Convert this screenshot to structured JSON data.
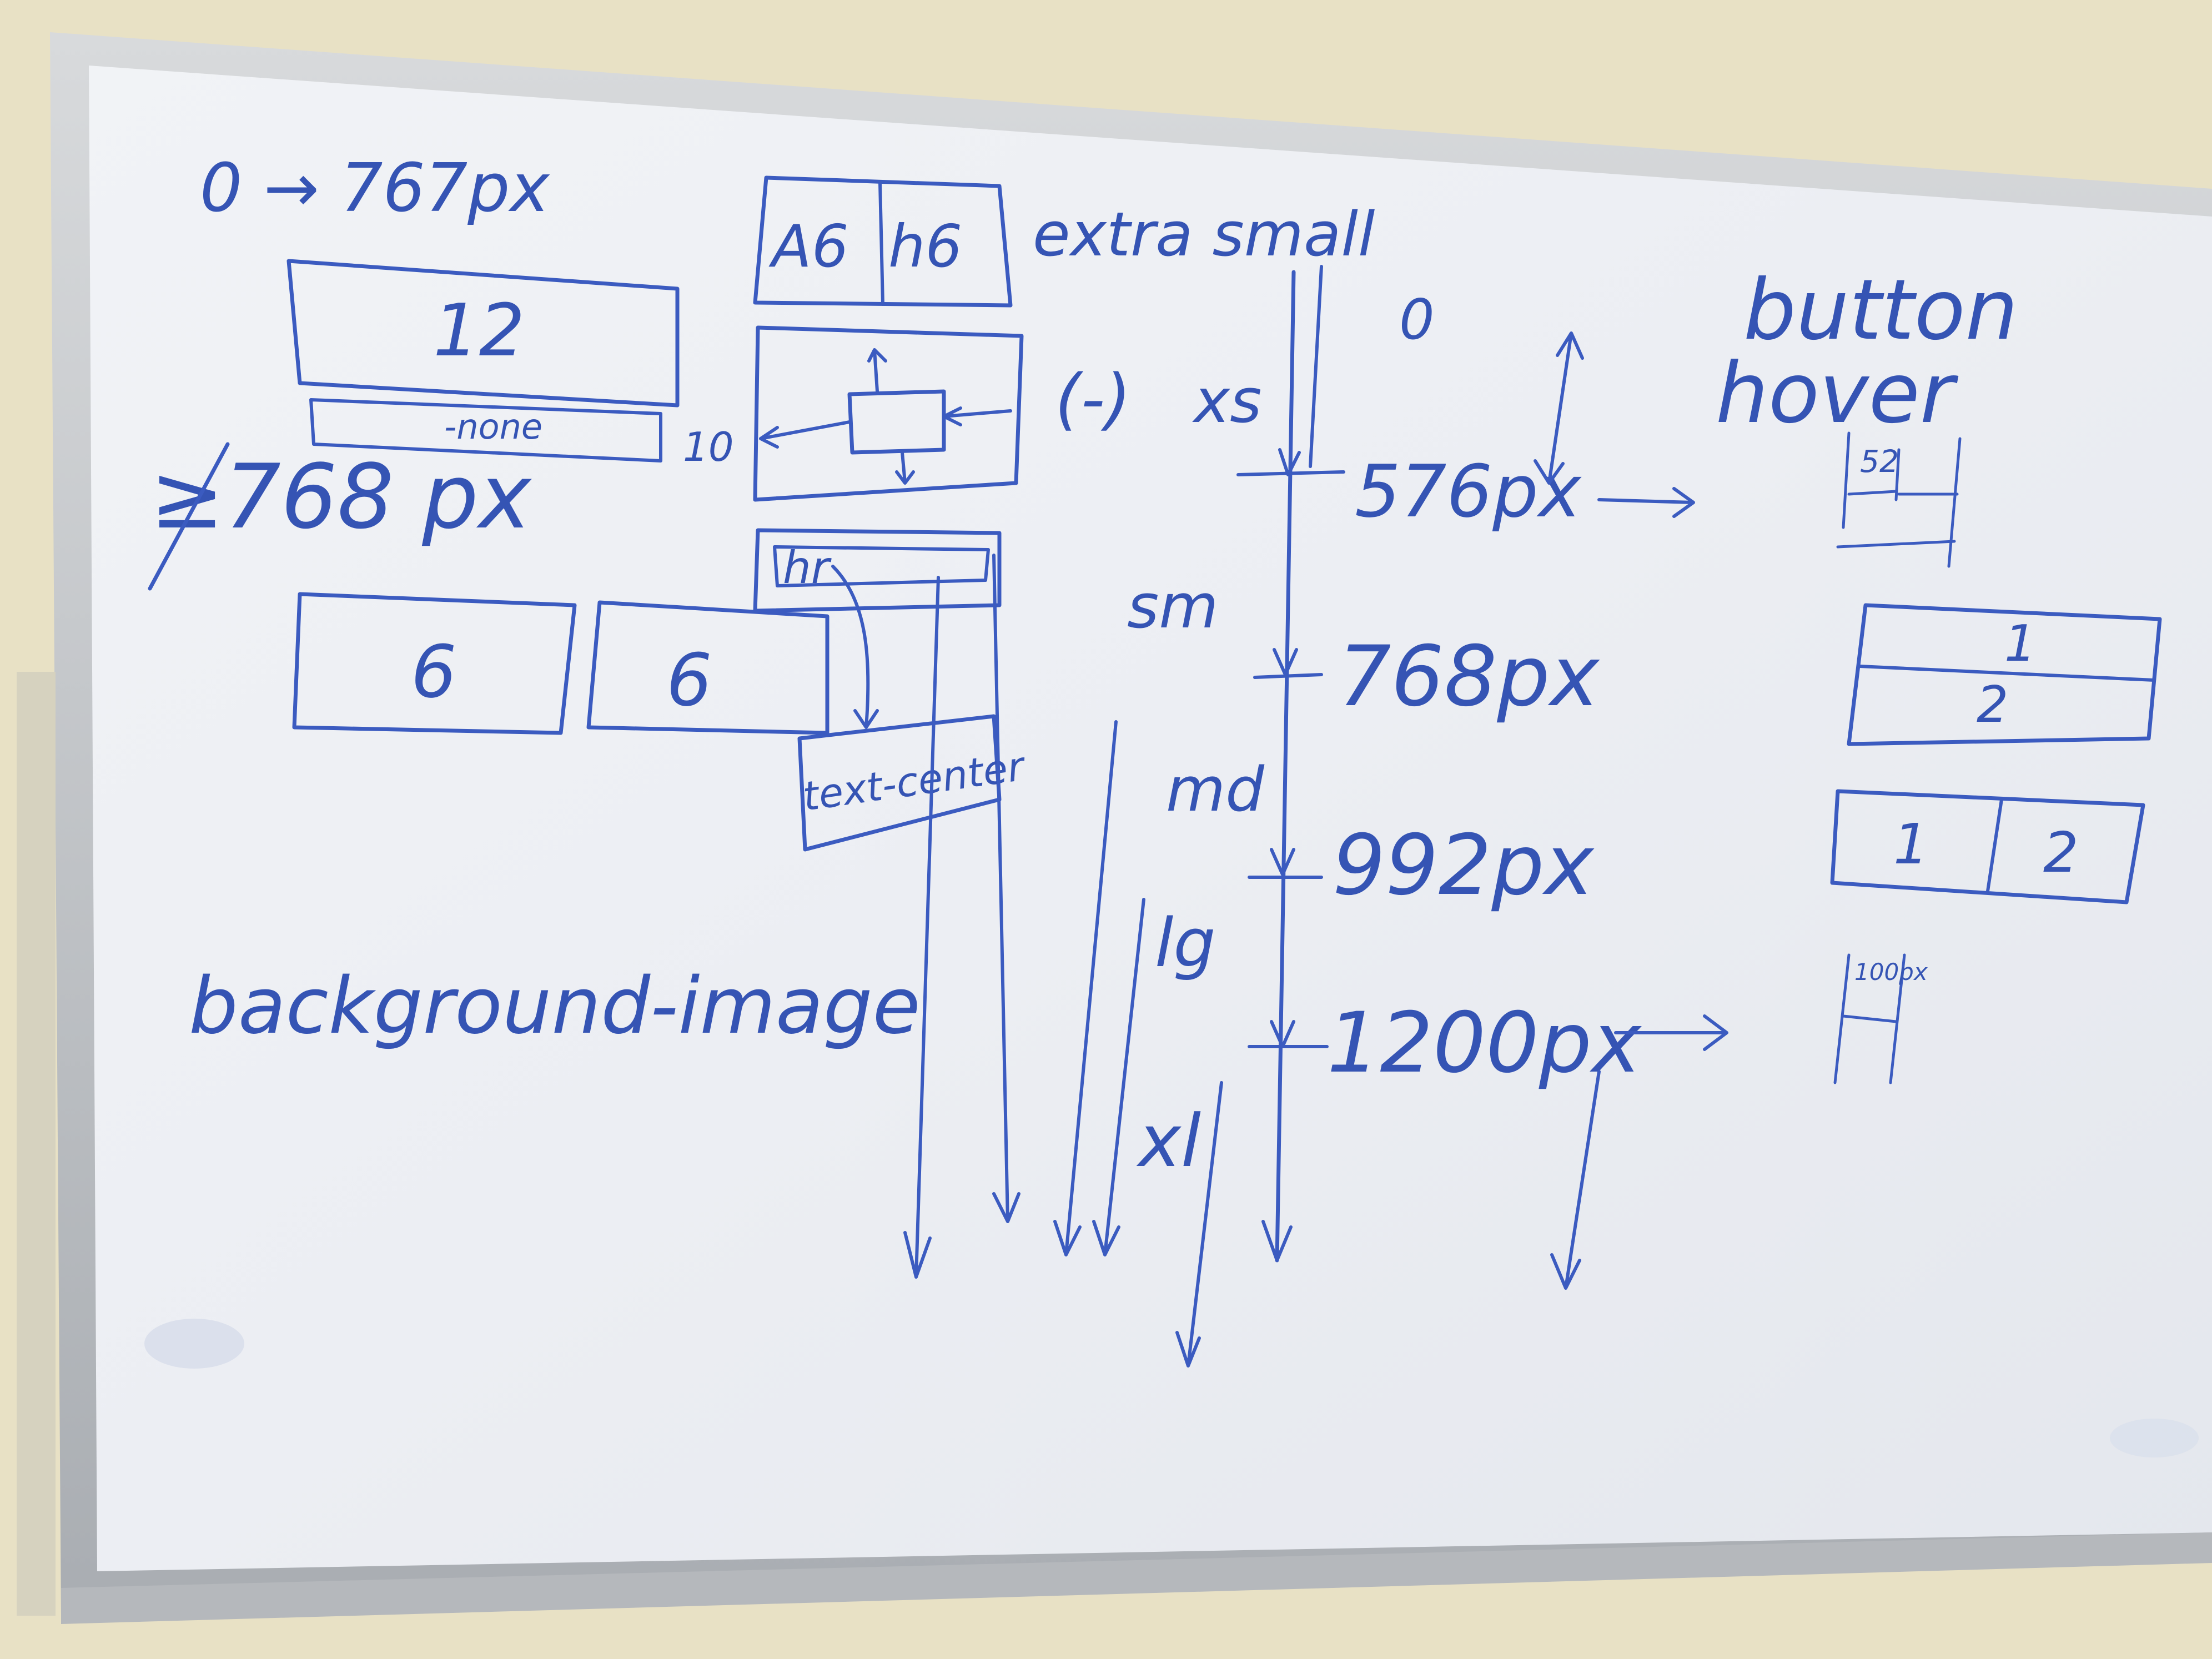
{
  "colors": {
    "wall": "#e8e1c5",
    "board": "#eef0f4",
    "frame": "#c9ccd0",
    "ink": "#3554b4"
  },
  "left": {
    "range_small": "0 → 767px",
    "box_12": "12",
    "none": "-none",
    "ten": "10",
    "range_large": "≥768 px",
    "box_6a": "6",
    "box_6b": "6",
    "background_image": "background-image"
  },
  "middle": {
    "top_a": "A6",
    "top_b": "h6",
    "h_label": "hr",
    "text_center": "text-center"
  },
  "breakpoints": {
    "heading": "extra small",
    "paren": "(-)",
    "xs": "xs",
    "sm": "sm",
    "md": "md",
    "lg": "lg",
    "xl": "xl",
    "zero": "0",
    "px576": "576px",
    "px768": "768px",
    "px992": "992px",
    "px1200": "1200px"
  },
  "right": {
    "button": "button",
    "hover": "hover",
    "width_52": "52",
    "stack_1": "1",
    "stack_2": "2",
    "row_1": "1",
    "row_2": "2",
    "width_100": "100px"
  }
}
